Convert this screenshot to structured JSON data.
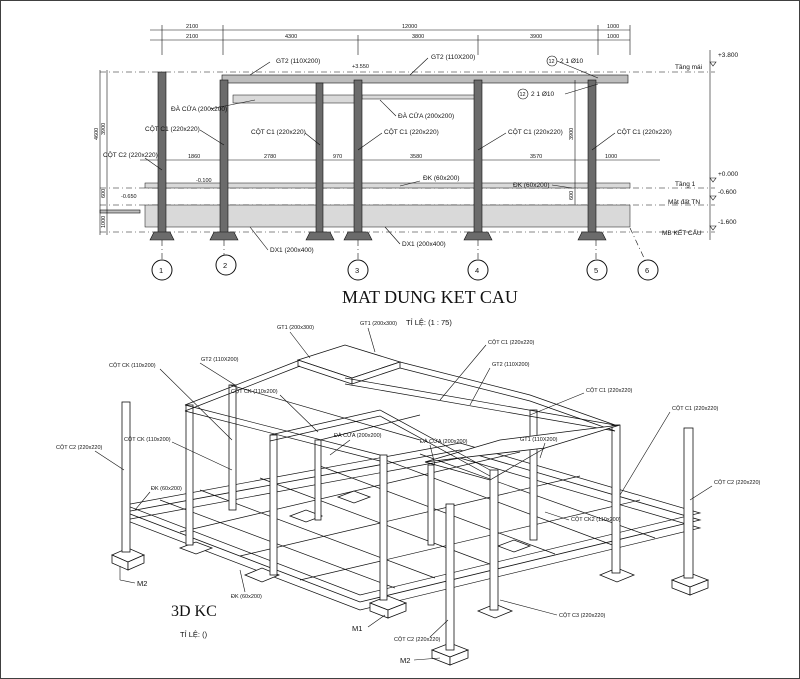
{
  "elevation": {
    "title": "MAT DUNG KET CAU",
    "scale": "TỈ LỆ: (1 : 75)",
    "dims_top": [
      "2100",
      "12000",
      "1000"
    ],
    "dims_row2": [
      "2100",
      "4300",
      "3800",
      "3900",
      "1000"
    ],
    "dims_mid": [
      "1860",
      "2780",
      "970",
      "3580",
      "3570",
      "1000"
    ],
    "dims_left": [
      "4600",
      "3900",
      "600",
      "1000"
    ],
    "dims_right": [
      "3900",
      "600"
    ],
    "levels": [
      {
        "name": "Tầng mái",
        "value": "+3.800"
      },
      {
        "name": "Tầng 1",
        "value": "+0.000"
      },
      {
        "name": "Mặt đất TN",
        "value": "-0.600"
      },
      {
        "name": "MB KẾT CẤU",
        "value": "-1.600"
      }
    ],
    "local_levels": [
      "+3.550",
      "-0.100",
      "-0.650"
    ],
    "rebar_labels": [
      "2 1 Ø10",
      "2 1 Ø10"
    ],
    "rebar_marks": [
      "12",
      "12"
    ],
    "labels": {
      "gt2_a": "GT2 (110X200)",
      "gt2_b": "GT2 (110X200)",
      "da_cua_a": "ĐÀ CỬA (200x200)",
      "da_cua_b": "ĐÀ CỬA (200x200)",
      "cot_c1_a": "CỘT C1 (220x220)",
      "cot_c1_b": "CỘT C1 (220x220)",
      "cot_c1_c": "CỘT C1 (220x220)",
      "cot_c1_d": "CỘT C1 (220x220)",
      "cot_c1_e": "CỘT C1 (220x220)",
      "cot_c2": "CỘT C2 (220x220)",
      "dk_a": "ĐK (60x200)",
      "dk_b": "ĐK (60x200)",
      "dx1_a": "DX1 (200x400)",
      "dx1_b": "DX1 (200x400)"
    },
    "axes": [
      "1",
      "2",
      "3",
      "4",
      "5",
      "6"
    ]
  },
  "view3d": {
    "title": "3D KC",
    "scale": "TỈ LỆ: ()",
    "labels": {
      "gt1_a": "GT1 (200x300)",
      "gt1_b": "GT1 (200x300)",
      "gt2_a": "GT2 (110X200)",
      "gt2_b": "GT2 (110X200)",
      "gt1_c": "GT1 (110X200)",
      "cot_c1_a": "CỘT C1 (220x220)",
      "cot_c1_b": "CỘT C1 (220x220)",
      "cot_c1_c": "CỘT C1 (220x220)",
      "cot_ck_a": "CỘT CK (110x200)",
      "cot_ck_b": "CỘT CK (110x200)",
      "cot_ck_c": "CỘT CK (110x200)",
      "cot_ck2": "CỘT CK2 (110x200)",
      "cot_c2_a": "CỘT C2 (220x220)",
      "cot_c2_b": "CỘT C2 (220x220)",
      "cot_c2_c": "CỘT C2 (220x220)",
      "cot_c3": "CỘT C3 (220x220)",
      "da_cua_a": "ĐÀ CỬA (200x200)",
      "da_cua_b": "ĐÀ CỬA (200x200)",
      "dk_a": "ĐK (60x200)",
      "dk_b": "ĐK (60x200)",
      "m1": "M1",
      "m2_a": "M2",
      "m2_b": "M2"
    }
  }
}
